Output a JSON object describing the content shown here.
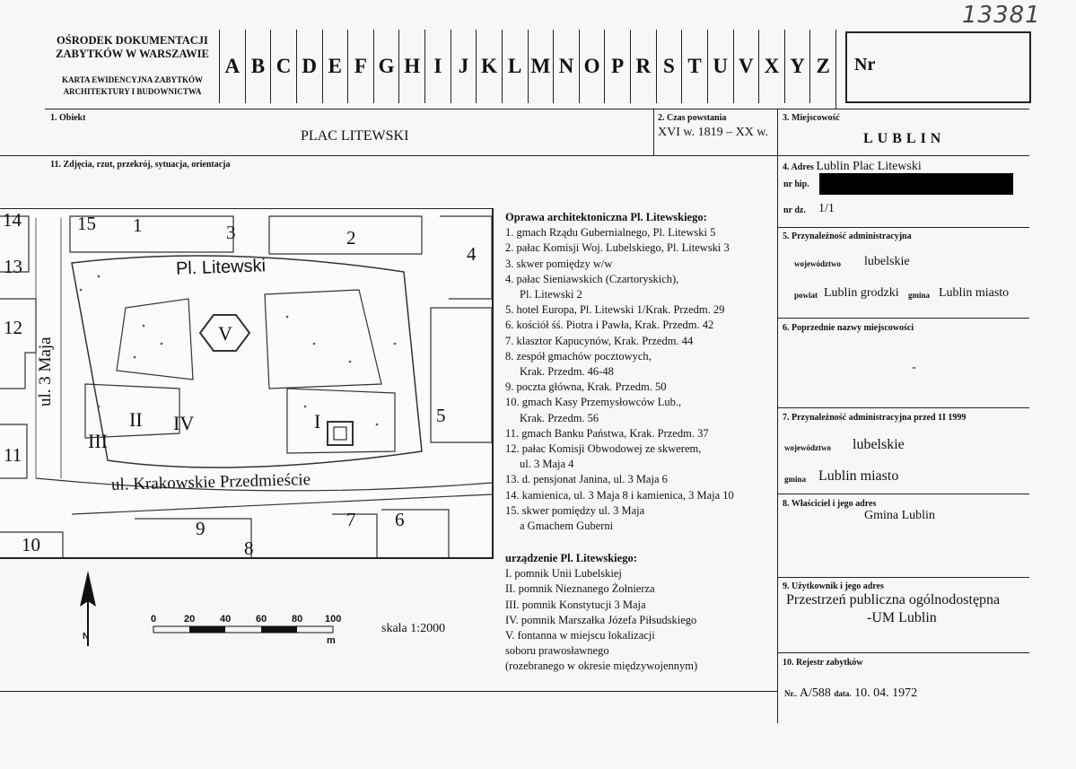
{
  "handwritten_number": "13381",
  "header": {
    "org_line1": "OŚRODEK DOKUMENTACJI",
    "org_line2": "ZABYTKÓW W WARSZAWIE",
    "card_line1": "KARTA EWIDENCYJNA ZABYTKÓW",
    "card_line2": "ARCHITEKTURY I BUDOWNICTWA",
    "letters": [
      "A",
      "B",
      "C",
      "D",
      "E",
      "F",
      "G",
      "H",
      "I",
      "J",
      "K",
      "L",
      "M",
      "N",
      "O",
      "P",
      "R",
      "S",
      "T",
      "U",
      "V",
      "X",
      "Y",
      "Z"
    ],
    "nr_label": "Nr"
  },
  "fields": {
    "obiekt_label": "1. Obiekt",
    "obiekt_value": "PLAC LITEWSKI",
    "czas_label": "2. Czas powstania",
    "czas_value": "XVI w. 1819 – XX w.",
    "miejscowosc_label": "3. Miejscowość",
    "miejscowosc_value": "LUBLIN",
    "zdjecia_label": "11. Zdjęcia, rzut, przekrój, sytuacja, orientacja",
    "adres_label": "4. Adres",
    "adres_value": "Lublin Plac Litewski",
    "nr_hip_label": "nr hip.",
    "nr_dz_label": "nr dz.",
    "nr_dz_value": "1/1",
    "przynaleznosc_label": "5. Przynależność administracyjna",
    "wojewodztwo_label": "województwo",
    "wojewodztwo_value": "lubelskie",
    "powiat_label": "powiat",
    "powiat_value": "Lublin grodzki",
    "gmina_label": "gmina",
    "gmina_value": "Lublin miasto",
    "poprzednie_label": "6. Poprzednie nazwy miejscowości",
    "poprzednie_value": "-",
    "przed1999_label": "7. Przynależność administracyjna przed 1I 1999",
    "woj2_label": "województwo",
    "woj2_value": "lubelskie",
    "gmina2_label": "gmina",
    "gmina2_value": "Lublin miasto",
    "wlasciciel_label": "8. Właściciel i jego adres",
    "wlasciciel_value": "Gmina Lublin",
    "uzytkownik_label": "9. Użytkownik i jego adres",
    "uzytkownik_line1": "Przestrzeń publiczna ogólnodostępna",
    "uzytkownik_line2": "-UM Lublin",
    "rejestr_label": "10. Rejestr zabytków",
    "rejestr_nr_label": "Nr..",
    "rejestr_nr_value": "A/588",
    "rejestr_data_label": "data.",
    "rejestr_data_value": "10. 04. 1972"
  },
  "legend": {
    "oprawa_title": "Oprawa architektoniczna Pl. Litewskiego:",
    "oprawa_items": [
      "1. gmach Rządu Gubernialnego, Pl. Litewski 5",
      "2. pałac Komisji Woj. Lubelskiego, Pl. Litewski 3",
      "3. skwer pomiędzy w/w",
      "4. pałac Sieniawskich (Czartoryskich),",
      "Pl. Litewski 2",
      "5. hotel Europa, Pl. Litewski 1/Krak. Przedm. 29",
      "6. kościół śś. Piotra i Pawła, Krak. Przedm. 42",
      "7. klasztor Kapucynów, Krak. Przedm. 44",
      "8. zespół gmachów pocztowych,",
      "Krak. Przedm. 46-48",
      "9. poczta główna, Krak. Przedm. 50",
      "10. gmach Kasy Przemysłowców Lub.,",
      "Krak. Przedm. 56",
      "11. gmach Banku Państwa, Krak. Przedm. 37",
      "12. pałac Komisji Obwodowej ze skwerem,",
      "ul. 3 Maja 4",
      "13. d. pensjonat Janina, ul. 3 Maja 6",
      "14. kamienica, ul. 3 Maja 8 i kamienica, 3 Maja 10",
      "15. skwer pomiędzy ul. 3 Maja",
      "a Gmachem Guberni"
    ],
    "urzadzenie_title": "urządzenie Pl. Litewskiego:",
    "urzadzenie_items": [
      "I. pomnik Unii Lubelskiej",
      "II. pomnik Nieznanego Żołnierza",
      "III. pomnik Konstytucji 3 Maja",
      "IV. pomnik Marszałka Józefa Piłsudskiego",
      "V. fontanna w miejscu lokalizacji",
      "soboru prawosławnego",
      "(rozebranego w okresie międzywojennym)"
    ]
  },
  "scale": {
    "ticks": [
      "0",
      "20",
      "40",
      "60",
      "80",
      "100"
    ],
    "unit": "m",
    "label": "skala 1:2000",
    "north": "N"
  },
  "map": {
    "street_3maja": "ul. 3 Maja",
    "street_krakowskie": "ul. Krakowskie Przedmieście",
    "square_name": "Pl. Litewski",
    "numbers": [
      "1",
      "2",
      "3",
      "4",
      "5",
      "6",
      "7",
      "8",
      "9",
      "10",
      "11",
      "12",
      "13",
      "14",
      "15"
    ],
    "monuments": [
      "I",
      "II",
      "III",
      "IV",
      "V"
    ]
  }
}
